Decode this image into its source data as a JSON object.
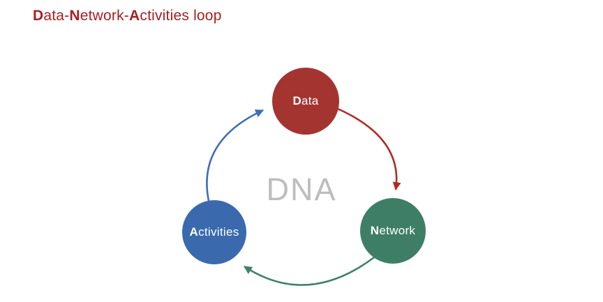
{
  "title": {
    "bold_1": "D",
    "rest_1": "ata-",
    "bold_2": "N",
    "rest_2": "etwork-",
    "bold_3": "A",
    "rest_3": "ctivities",
    "suffix": " loop"
  },
  "center_label": "DNA",
  "nodes": {
    "data": {
      "initial": "D",
      "rest": "ata",
      "color": "#A43430"
    },
    "network": {
      "initial": "N",
      "rest": "etwork",
      "color": "#3E7E67"
    },
    "activities": {
      "initial": "A",
      "rest": "ctivities",
      "color": "#3A6AAD"
    }
  },
  "arrows": [
    {
      "from": "Data",
      "to": "Network",
      "color": "#AF2B26"
    },
    {
      "from": "Network",
      "to": "Activities",
      "color": "#3F8169"
    },
    {
      "from": "Activities",
      "to": "Data",
      "color": "#3C6FB8"
    }
  ],
  "colors": {
    "title": "#A62022",
    "center_text": "#BDBDBD"
  }
}
